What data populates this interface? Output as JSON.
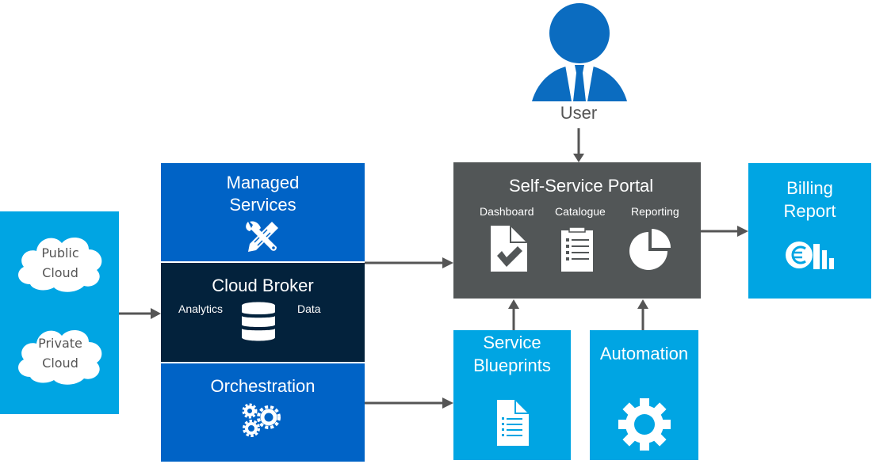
{
  "user": {
    "label": "User"
  },
  "sources": {
    "clouds": [
      {
        "line1": "Public",
        "line2": "Cloud"
      },
      {
        "line1": "Private",
        "line2": "Cloud"
      }
    ]
  },
  "managed_services": {
    "line1": "Managed",
    "line2": "Services",
    "icon": "tools-icon"
  },
  "cloud_broker": {
    "title": "Cloud Broker",
    "left_label": "Analytics",
    "right_label": "Data",
    "icon": "database-icon"
  },
  "orchestration": {
    "title": "Orchestration",
    "icon": "gears-icon"
  },
  "portal": {
    "title": "Self-Service Portal",
    "modules": [
      {
        "label": "Dashboard",
        "icon": "document-check-icon"
      },
      {
        "label": "Catalogue",
        "icon": "clipboard-list-icon"
      },
      {
        "label": "Reporting",
        "icon": "pie-chart-icon"
      }
    ]
  },
  "billing": {
    "line1": "Billing",
    "line2": "Report",
    "icon": "euro-chart-icon"
  },
  "blueprints": {
    "line1": "Service",
    "line2": "Blueprints",
    "icon": "document-list-icon"
  },
  "automation": {
    "title": "Automation",
    "icon": "gear-icon"
  },
  "colors": {
    "light_blue": "#00a5e3",
    "mid_blue": "#0063c6",
    "navy": "#03223c",
    "portal_gray": "#525657",
    "user_blue": "#0b6cc0",
    "arrow_gray": "#555555"
  }
}
